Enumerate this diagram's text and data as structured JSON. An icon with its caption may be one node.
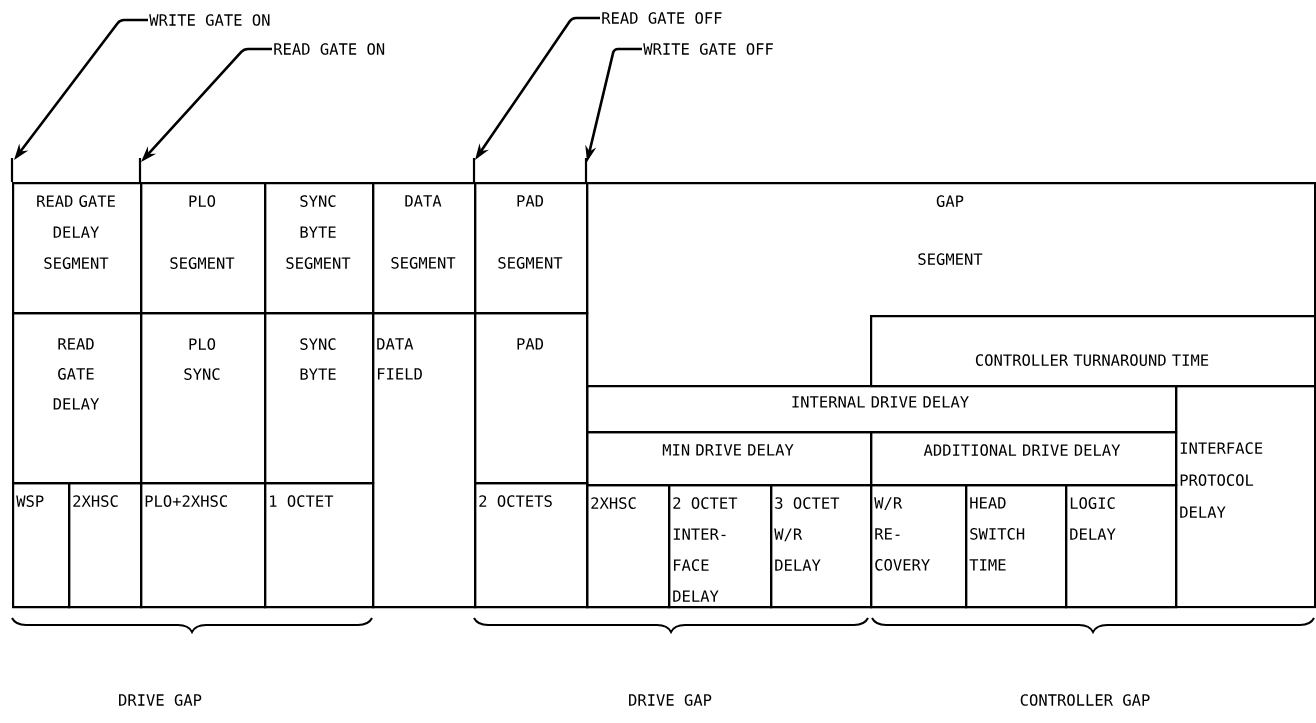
{
  "diagram": {
    "nodes": [
      {
        "text": [
          "WRITE GATE ON"
        ]
      },
      {
        "text": [
          "READ GATE ON"
        ]
      },
      {
        "text": [
          "READ GATE OFF"
        ]
      },
      {
        "text": [
          "WRITE GATE OFF"
        ]
      },
      {
        "text": [
          "READ GATE DELAY SEGMENT"
        ]
      },
      {
        "text": [
          "PLO SEGMENT"
        ]
      },
      {
        "text": [
          "SYNC BYTE SEGMENT"
        ]
      },
      {
        "text": [
          "DATA SEGMENT"
        ]
      },
      {
        "text": [
          "PAD SEGMENT"
        ]
      },
      {
        "text": [
          "GAP SEGMENT"
        ]
      },
      {
        "text": [
          "CONTROLLER TURNAROUND TIME"
        ],
        "in": 9
      },
      {
        "text": [
          "INTERNAL DRIVE DELAY"
        ],
        "in": 9
      },
      {
        "text": [
          "MIN DRIVE DELAY"
        ],
        "in": 9
      },
      {
        "text": [
          "ADDITIONAL DRIVE DELAY"
        ],
        "in": 9
      },
      {
        "text": [
          "INTERFACE PROTOCOL DELAY"
        ],
        "in": 9
      },
      {
        "text": [
          "2XHSC"
        ],
        "in": 9
      },
      {
        "text": [
          "2 OCTET INTER- FACE DELAY"
        ],
        "in": 9
      },
      {
        "text": [
          "3 OCTET W/R DELAY"
        ],
        "in": 9
      },
      {
        "text": [
          "W/R RE- COVERY"
        ],
        "in": 9
      },
      {
        "text": [
          "HEAD SWITCH TIME"
        ],
        "in": 9
      },
      {
        "text": [
          "LOGIC DELAY"
        ],
        "in": 9
      },
      {
        "text": [
          "READ GATE DELAY"
        ]
      },
      {
        "text": [
          "PLO SYNC"
        ]
      },
      {
        "text": [
          "SYNC BYTE"
        ]
      },
      {
        "text": [
          "DATA FIELD"
        ]
      },
      {
        "text": [
          "PAD"
        ]
      },
      {
        "text": [
          "WSP"
        ]
      },
      {
        "text": [
          "2XHSC"
        ]
      },
      {
        "text": [
          "PLO+2XHSC"
        ]
      },
      {
        "text": [
          "1 OCTET"
        ]
      },
      {
        "text": [
          "2 OCTETS"
        ]
      }
    ],
    "edges": [
      {
        "from": 0,
        "to": null,
        "arrow": "to"
      },
      {
        "from": 1,
        "to": null,
        "arrow": "to"
      },
      {
        "from": 2,
        "to": null,
        "arrow": "to"
      },
      {
        "from": 3,
        "to": null,
        "arrow": "to"
      }
    ],
    "labels": [
      "DRIVE GAP",
      "DRIVE GAP",
      "CONTROLLER GAP"
    ]
  }
}
